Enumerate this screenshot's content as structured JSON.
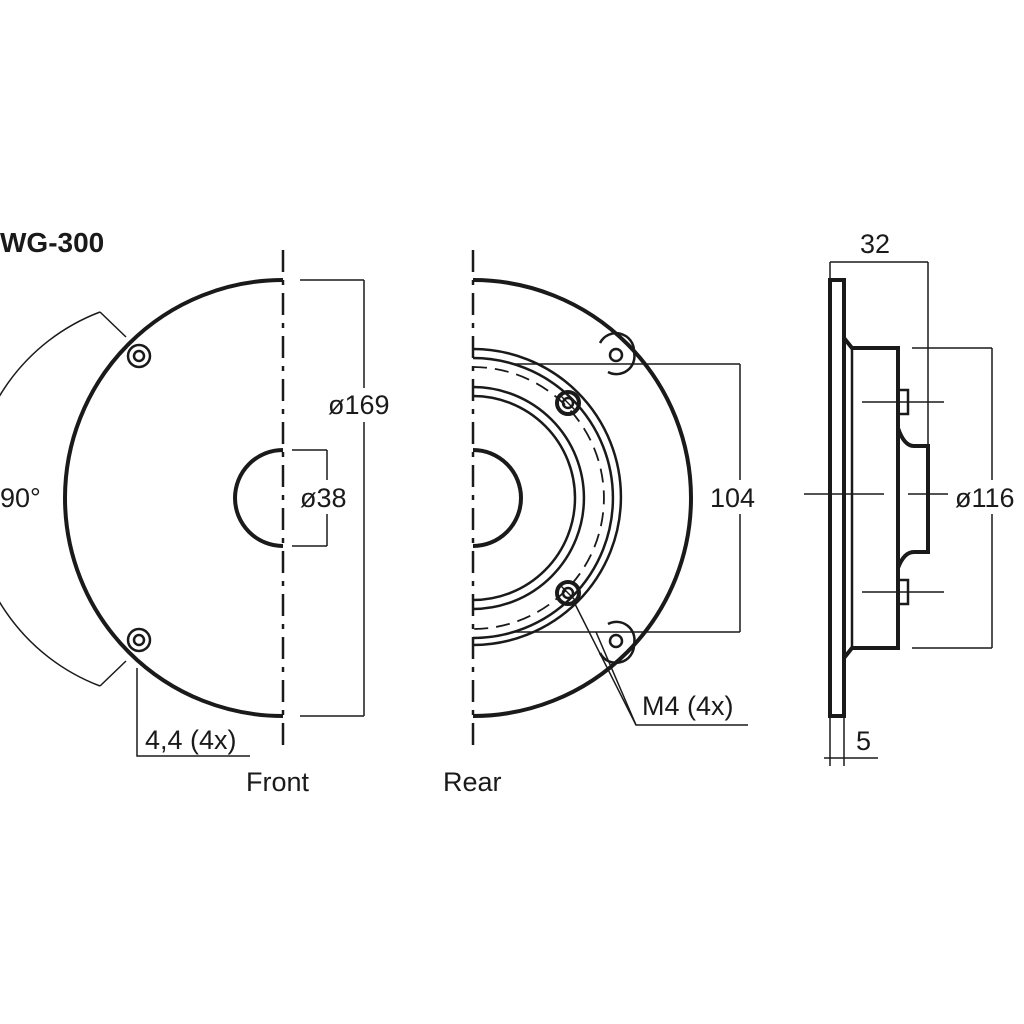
{
  "title": "WG-300",
  "views": {
    "front": "Front",
    "rear": "Rear"
  },
  "dimensions": {
    "outer_diameter": "ø169",
    "throat_diameter": "ø38",
    "dispersion_angle": "90°",
    "mounting_holes": "4,4 (4x)",
    "thread_spacing": "104",
    "threads": "M4 (4x)",
    "depth": "32",
    "flange_diameter": "ø116",
    "flange_thickness": "5"
  },
  "colors": {
    "line": "#1a1a1a",
    "background": "#ffffff"
  }
}
